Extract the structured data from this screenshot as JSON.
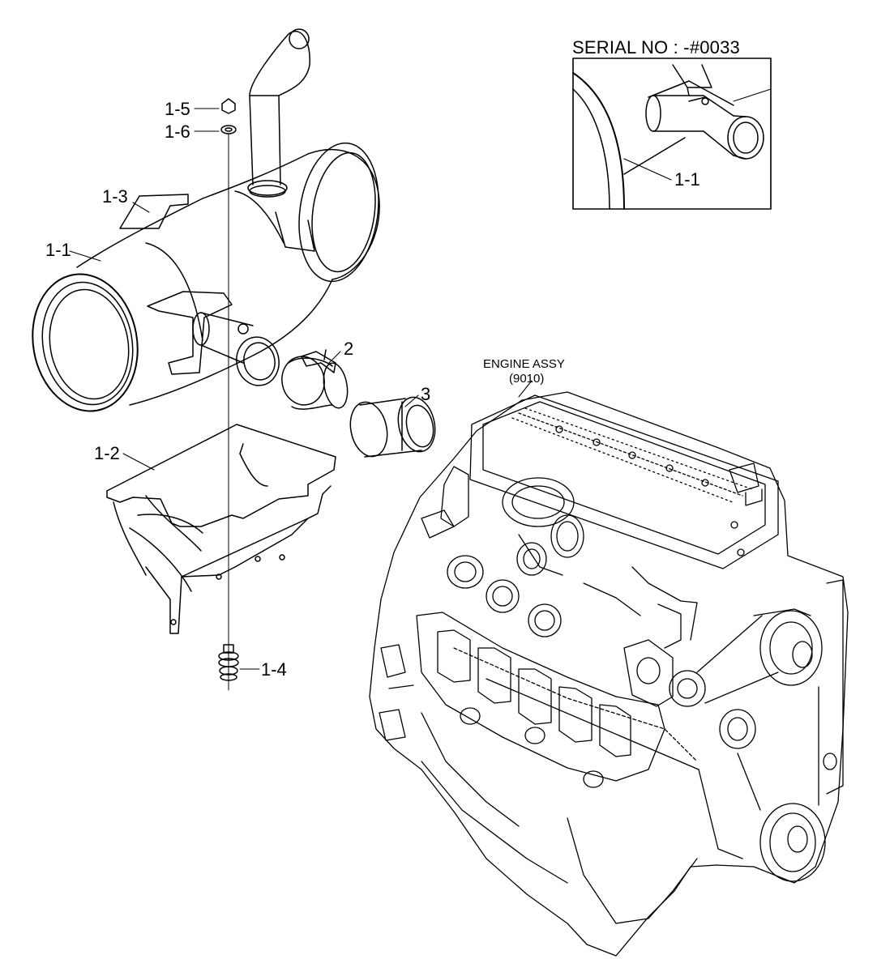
{
  "inset": {
    "title": "SERIAL NO : -#0033",
    "callout": "1-1"
  },
  "engine": {
    "title": "ENGINE ASSY",
    "code": "(9010)"
  },
  "callouts": {
    "c_1_5": "1-5",
    "c_1_6": "1-6",
    "c_1_3": "1-3",
    "c_1_1": "1-1",
    "c_2": "2",
    "c_3": "3",
    "c_1_2": "1-2",
    "c_1_4": "1-4"
  }
}
